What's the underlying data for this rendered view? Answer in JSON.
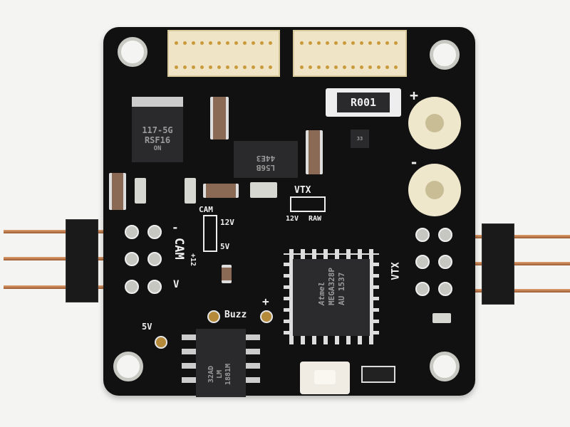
{
  "board": {
    "regulator": {
      "line1": "117-5G",
      "line2": "RSF16",
      "logo": "ON"
    },
    "resistor": "R001",
    "regulator2": {
      "line1": "L56B",
      "line2": "44E3"
    },
    "small_chip": "33",
    "vtx_jumper": {
      "title": "VTX",
      "left": "12V",
      "right": "RAW"
    },
    "cam_jumper": {
      "title": "CAM",
      "top": "12V",
      "bottom": "5V"
    },
    "cam_header": {
      "minus": "-",
      "name": "CAM",
      "plus": "+12",
      "v": "V"
    },
    "vtx_header": {
      "name": "VTX"
    },
    "mcu": {
      "brand": "Atmel",
      "model": "MEGA328P",
      "code": "AU 1537"
    },
    "osd_chip": {
      "line1": "32AD",
      "line2": "LM",
      "line3": "1881M"
    },
    "buzz_label": "Buzz",
    "buzz_plus": "+",
    "five_v_label": "5V",
    "power_plus": "+",
    "power_minus": "-"
  }
}
